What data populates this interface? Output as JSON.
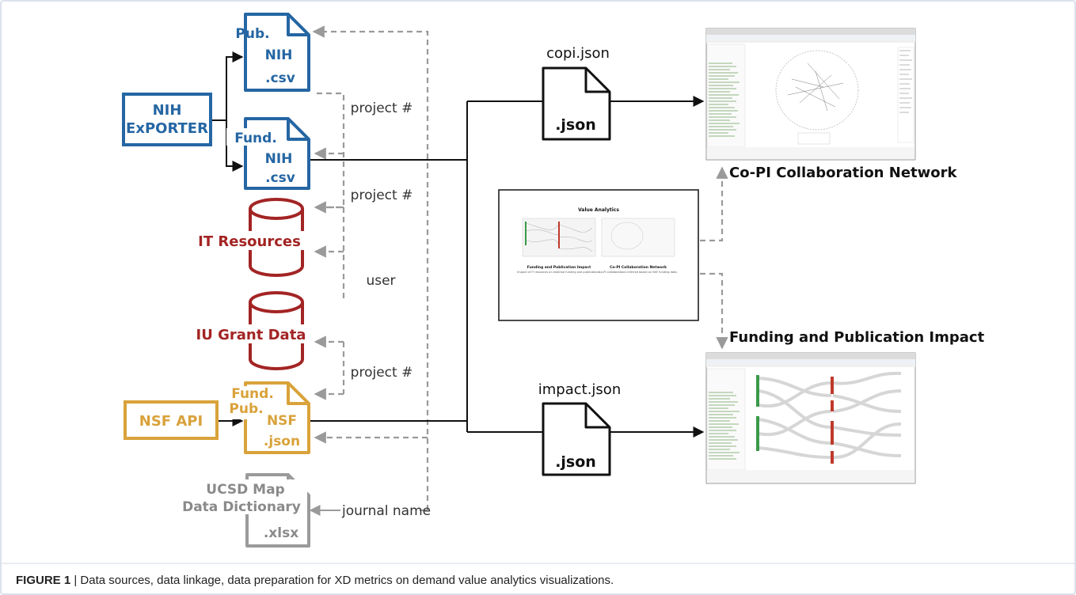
{
  "colors": {
    "nih": "#2566a3",
    "it": "#a32424",
    "nsf": "#d9a23a",
    "gray": "#9a9a9a",
    "dark": "#111111",
    "impact_red": "#c0392b",
    "impact_green": "#3a9a4a"
  },
  "sources": {
    "nih_exporter": {
      "line1": "NIH",
      "line2": "ExPORTER"
    },
    "nsf_api": {
      "label": "NSF API"
    }
  },
  "files": {
    "nih_pub": {
      "tag": "Pub.",
      "name": "NIH",
      "ext": ".csv"
    },
    "nih_fund": {
      "tag": "Fund.",
      "name": "NIH",
      "ext": ".csv"
    },
    "nsf": {
      "tag1": "Fund.",
      "tag2": "Pub.",
      "name": "NSF",
      "ext": ".json"
    },
    "ucsd": {
      "line1": "UCSD Map",
      "line2": "Data Dictionary",
      "ext": ".xlsx"
    },
    "copi": {
      "label": "copi.json",
      "ext": ".json"
    },
    "impact": {
      "label": "impact.json",
      "ext": ".json"
    }
  },
  "databases": {
    "it_resources": "IT Resources",
    "iu_grant": "IU Grant Data"
  },
  "links": {
    "project1": "project #",
    "project2": "project #",
    "user": "user",
    "project3": "project #",
    "journal": "journal name"
  },
  "outputs": {
    "copi_title": "Co-PI Collaboration Network",
    "impact_title": "Funding and Publication Impact"
  },
  "value_analytics": {
    "title": "Value Analytics",
    "card1_title": "Funding and Publication Impact",
    "card1_sub": "Impact of IT resources on external funding and publications.",
    "card2_title": "Co-PI Collaboration Network",
    "card2_sub": "Co-PI collaborations inferred based on NSF funding data."
  },
  "caption": {
    "label": "FIGURE 1",
    "text": " | Data sources, data linkage, data preparation for XD metrics on demand value analytics visualizations."
  }
}
